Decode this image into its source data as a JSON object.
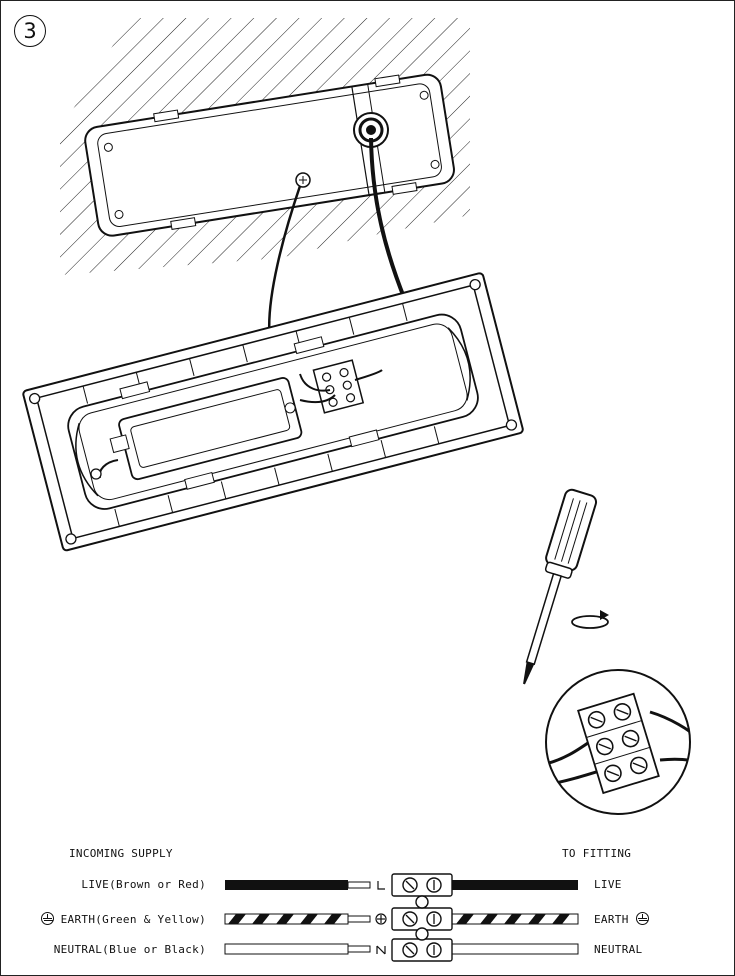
{
  "step_number": "3",
  "legend": {
    "incoming_heading": "INCOMING SUPPLY",
    "fitting_heading": "TO FITTING",
    "rows": [
      {
        "left_label": "LIVE(Brown or Red)",
        "terminal_mark": "L",
        "right_label": "LIVE"
      },
      {
        "left_label": "EARTH(Green & Yellow)",
        "terminal_mark": "earth-symbol",
        "right_label": "EARTH"
      },
      {
        "left_label": "NEUTRAL(Blue or Black)",
        "terminal_mark": "N",
        "right_label": "NEUTRAL"
      }
    ]
  },
  "icons": [
    "step-number-icon",
    "ground-symbol-icon",
    "screwdriver-icon",
    "rotation-arrow-icon",
    "terminal-block-icon"
  ]
}
